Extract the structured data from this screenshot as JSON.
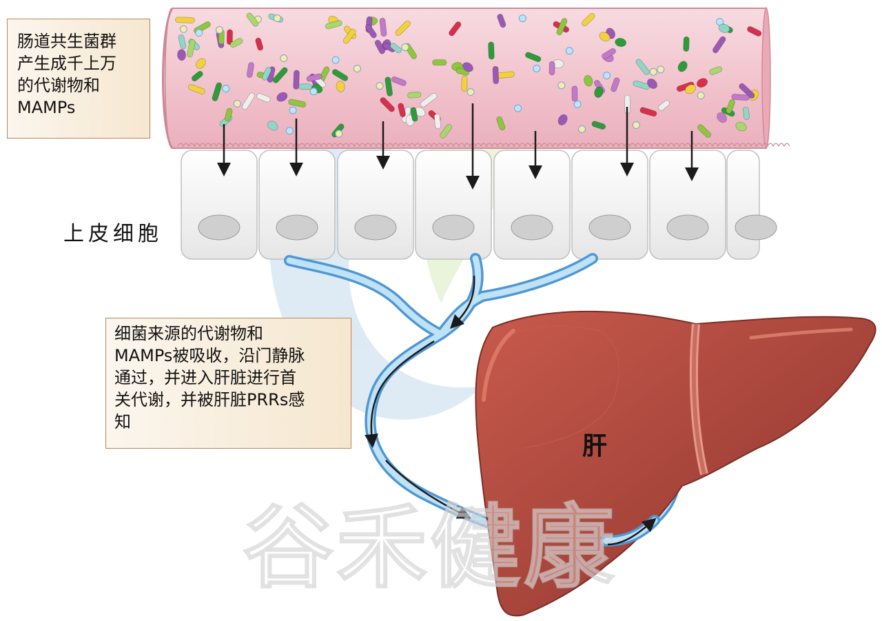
{
  "text": {
    "microbiota_box": "肠道共生菌群\n产生成千上万\n的代谢物和\nMAMPs",
    "absorption_box": "细菌来源的代谢物和\nMAMPs被吸收，沿门静脉\n通过，并进入肝脏进行首\n关代谢，并被肝脏PRRs感\n知",
    "epithelium_label": "上皮细胞",
    "liver_label": "肝",
    "watermark": "谷禾健康"
  },
  "colors": {
    "lumen": "#f2c6cf",
    "vein": "#5aa6e0",
    "liver": "#a8443a",
    "box_fill": "#f6e7cf",
    "box_border": "#b8865a"
  }
}
